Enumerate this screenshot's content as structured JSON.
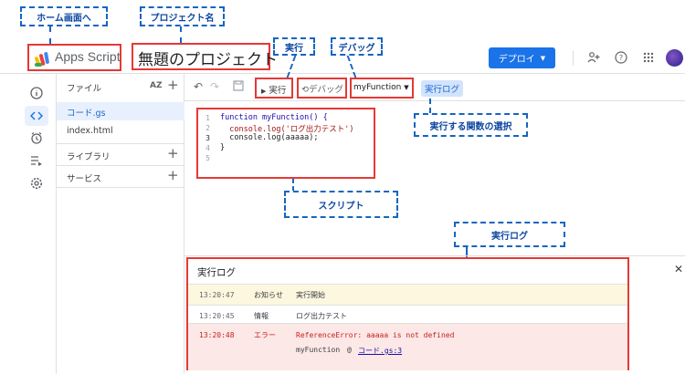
{
  "annotations": {
    "home": "ホーム画面へ",
    "project_name": "プロジェクト名",
    "run": "実行",
    "debug": "デバッグ",
    "function_select": "実行する関数の選択",
    "script": "スクリプト",
    "exec_log": "実行ログ"
  },
  "header": {
    "app_name": "Apps Script",
    "project_title": "無題のプロジェクト",
    "deploy_label": "デプロイ",
    "icons": [
      "add-person-icon",
      "help-icon",
      "apps-grid-icon"
    ]
  },
  "rail_icons": [
    "info-icon",
    "code-icon",
    "alarm-icon",
    "executions-icon",
    "settings-icon"
  ],
  "files": {
    "header": "ファイル",
    "sort_icon": "AZ",
    "items": [
      "コード.gs",
      "index.html"
    ],
    "libraries": "ライブラリ",
    "services": "サービス"
  },
  "toolbar": {
    "run_label": "実行",
    "debug_label": "デバッグ",
    "function_name": "myFunction",
    "exec_log_label": "実行ログ"
  },
  "editor": {
    "line_numbers": [
      "1",
      "2",
      "3",
      "4",
      "5"
    ],
    "lines": [
      "function myFunction() {",
      "  console.log('ログ出力テスト')",
      "  console.log(aaaaa);",
      "}",
      ""
    ]
  },
  "log": {
    "title": "実行ログ",
    "close": "✕",
    "entries": [
      {
        "time": "13:20:47",
        "level": "お知らせ",
        "message": "実行開始"
      },
      {
        "time": "13:20:45",
        "level": "情報",
        "message": "ログ出力テスト"
      },
      {
        "time": "13:20:48",
        "level": "エラー",
        "message": "ReferenceError: aaaaa is not defined",
        "trace_fn": "myFunction",
        "trace_at": "@",
        "trace_link": "コード.gs:3"
      }
    ]
  },
  "colors": {
    "accent": "#1a73e8",
    "annotation_blue": "#1565c0",
    "highlight_red": "#e53935",
    "notice_bg": "#fef7e0",
    "error_bg": "#fce8e6"
  }
}
